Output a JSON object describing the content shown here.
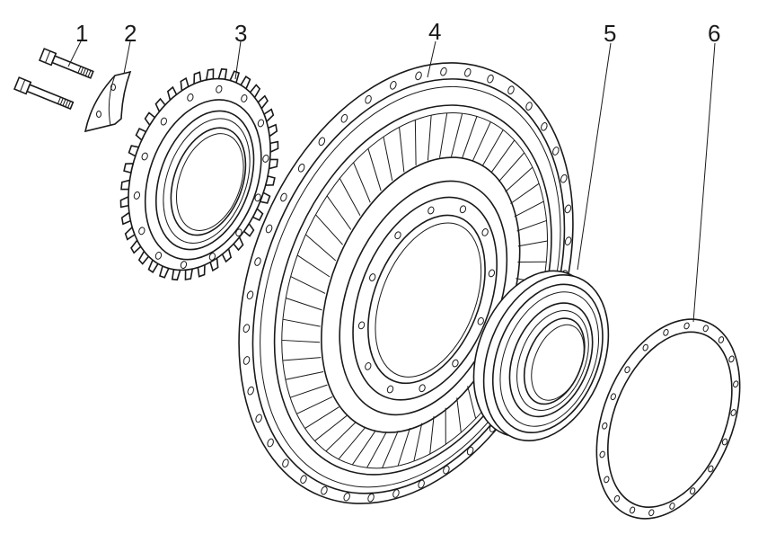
{
  "callouts": [
    {
      "number": "1",
      "part": "bolt"
    },
    {
      "number": "2",
      "part": "lock-plate"
    },
    {
      "number": "3",
      "part": "gear-ring"
    },
    {
      "number": "4",
      "part": "turbine-wheel"
    },
    {
      "number": "5",
      "part": "ball-bearing"
    },
    {
      "number": "6",
      "part": "gasket-ring"
    }
  ],
  "colors": {
    "line": "#1a1a1a",
    "background": "#ffffff",
    "watermark": "#dcdcdc"
  }
}
